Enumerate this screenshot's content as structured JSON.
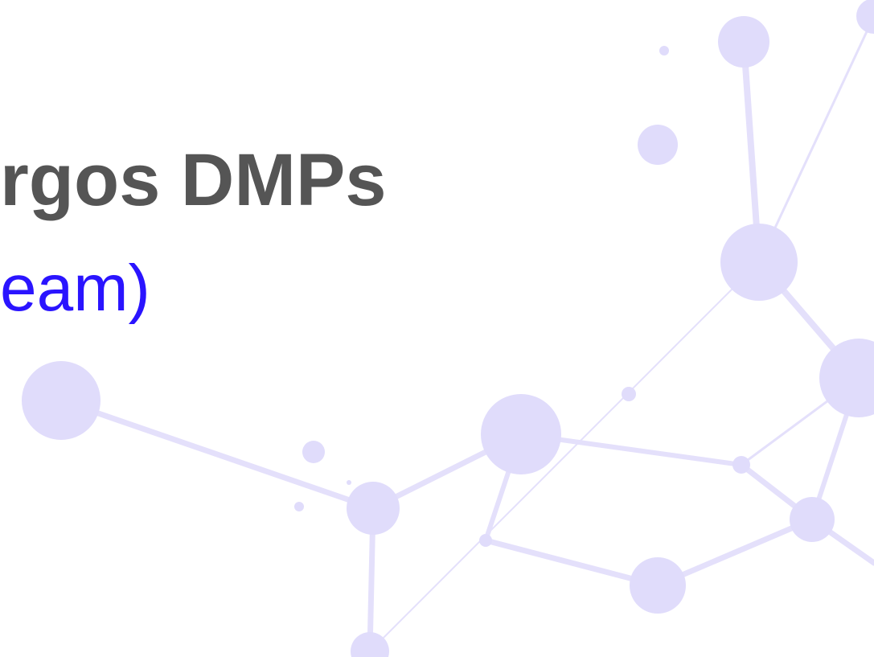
{
  "slide": {
    "title": "rgos DMPs",
    "subtitle": "eam)"
  },
  "colors": {
    "title": "#555555",
    "subtitle": "#2a14ff",
    "network_node": "#e0dcfb",
    "network_edge": "#e4e0fb",
    "background": "#ffffff"
  },
  "decoration": {
    "icon": "molecular-network-graphic"
  }
}
